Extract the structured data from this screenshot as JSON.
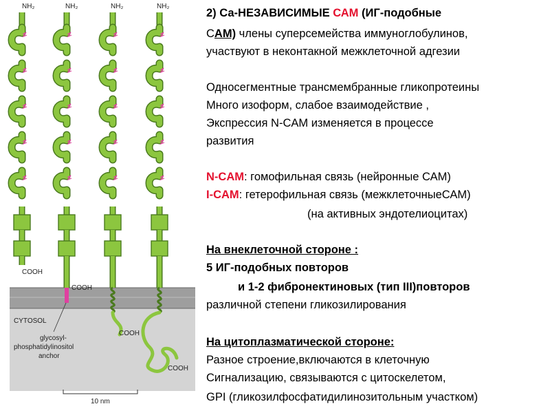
{
  "diagram": {
    "nh2_label": "NH₂",
    "cooh_label": "COOH",
    "cytosol_label": "CYTOSOL",
    "anchor_label_1": "glycosyl-",
    "anchor_label_2": "phosphatidylinositol",
    "anchor_label_3": "anchor",
    "scale_label": "10 nm"
  },
  "text": {
    "heading_prefix": "2) Са-НЕЗАВИСИМЫЕ ",
    "heading_cam": "САМ",
    "heading_suffix": " (ИГ-подобные",
    "line2_pre": " С",
    "line2_am": "АМ)",
    "line2_rest": "  члены суперсемейства иммуноглобулинов,",
    "line3": "  участвуют в неконтакной  межклеточной адгезии",
    "line5": "Односегментные  трансмембранные  гликопротеины",
    "line6": "Много изоформ, слабое взаимодействие ,",
    "line7": "Экспрессия  N-CAM изменяется  в процессе",
    "line8": "развития",
    "ncam_label": "N-CAM",
    "ncam_text": ":  гомофильная связь  (нейронные  САМ)",
    "icam_label": "I-CAM",
    "icam_text": ":   гетерофильная связь (межклеточныеСАМ)",
    "icam_note": "(на активных эндотелиоцитах)",
    "extra_heading": "На внеклеточной стороне :",
    "extra_1": "5 ИГ-подобных  повторов",
    "extra_2": "и  1-2 фибронектиновых  (тип III)повторов",
    "extra_3": "различной степени гликозилирования",
    "cyto_heading": "На цитоплазматической  стороне:",
    "cyto_1": "Разное строение,включаются  в клеточную",
    "cyto_2": "Сигнализацию, связываются  с цитоскелетом,",
    "cyto_3": " GPI (гликозилфосфатидилинозитольным участком)"
  },
  "colors": {
    "domain_green": "#8cc63f",
    "domain_outline": "#4a7a1e",
    "glyco_pink": "#e040a0",
    "membrane_gray": "#9e9e9e",
    "cytosol_gray": "#d4d4d4",
    "accent_red": "#e4102e"
  }
}
